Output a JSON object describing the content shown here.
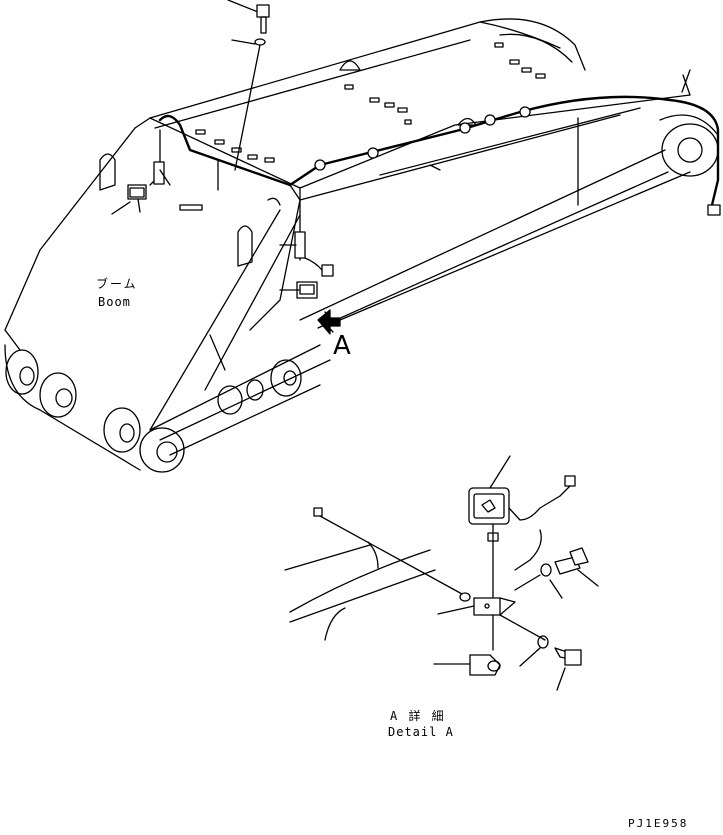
{
  "labels": {
    "boom_jp": "ブーム",
    "boom_en": "Boom",
    "view_marker": "A",
    "detail_jp": "A 詳 細",
    "detail_en": "Detail A",
    "drawing_code": "PJ1E958"
  },
  "icons": {
    "view_arrow": "view-direction-arrow-icon",
    "work_lamp": "work-lamp-icon",
    "bolt": "bolt-icon",
    "washer": "washer-icon"
  },
  "colors": {
    "line": "#000000",
    "background": "#ffffff"
  }
}
